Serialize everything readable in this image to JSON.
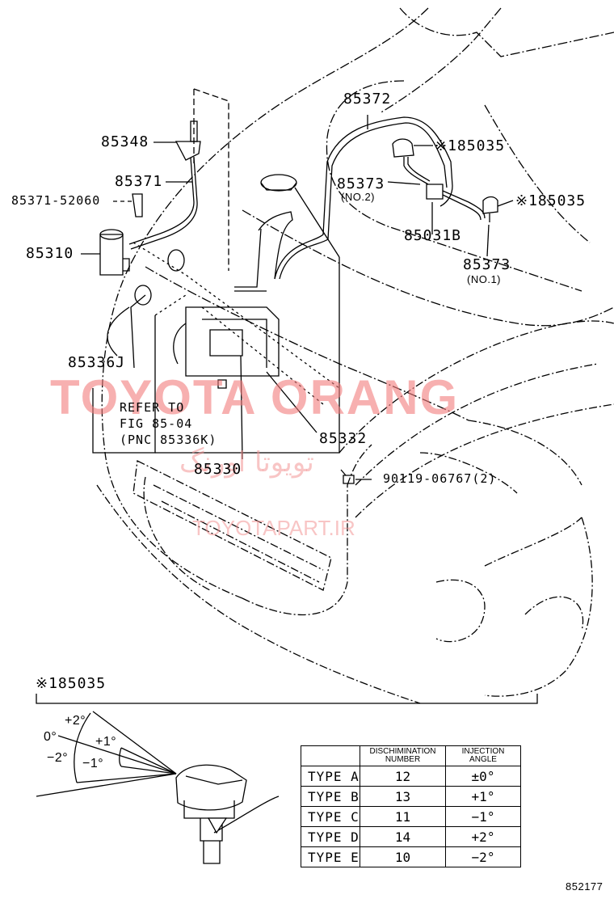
{
  "callouts": {
    "c85372": "85372",
    "c85348": "85348",
    "c85035_top": "※185035",
    "c85371": "85371",
    "c85373_no2": "85373",
    "no2": "(NO.2)",
    "c85371_52060": "85371-52060",
    "c85035_right": "※185035",
    "c85031b": "85031B",
    "c85310": "85310",
    "c85373_no1": "85373",
    "no1": "(NO.1)",
    "c85336j": "85336J",
    "refer_line1": "REFER TO",
    "refer_line2": "FIG 85-04",
    "refer_line3": "(PNC 85336K)",
    "c85332": "85332",
    "c85330": "85330",
    "c90119": "90119-06767(2)"
  },
  "watermark": {
    "brand": "TOYOTA ORANG",
    "persian": "تویوتا اورنگ",
    "site": "TOYOTAPART.IR"
  },
  "detail": {
    "title": "※185035",
    "angles": {
      "zero": "0°",
      "plus2": "+2°",
      "plus1": "+1°",
      "minus1": "−1°",
      "minus2": "−2°"
    }
  },
  "spec_table": {
    "headers": {
      "col2_line1": "DISCHIMINATION",
      "col2_line2": "NUMBER",
      "col3_line1": "INJECTION",
      "col3_line2": "ANGLE"
    },
    "rows": [
      {
        "type": "TYPE A",
        "number": "12",
        "angle": "±0°"
      },
      {
        "type": "TYPE B",
        "number": "13",
        "angle": "+1°"
      },
      {
        "type": "TYPE C",
        "number": "11",
        "angle": "−1°"
      },
      {
        "type": "TYPE D",
        "number": "14",
        "angle": "+2°"
      },
      {
        "type": "TYPE E",
        "number": "10",
        "angle": "−2°"
      }
    ]
  },
  "figure_number": "852177"
}
